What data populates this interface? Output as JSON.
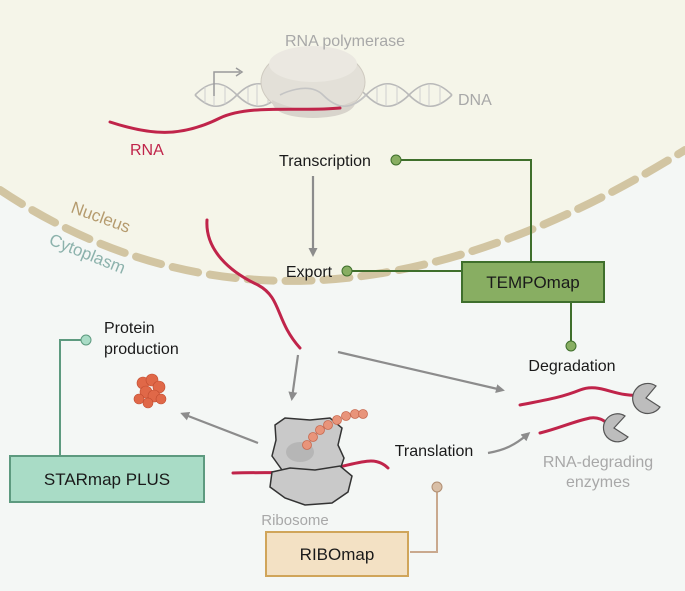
{
  "labels": {
    "rna_polymerase": "RNA polymerase",
    "dna": "DNA",
    "rna": "RNA",
    "transcription": "Transcription",
    "nucleus": "Nucleus",
    "cytoplasm": "Cytoplasm",
    "export": "Export",
    "protein_production_line1": "Protein",
    "protein_production_line2": "production",
    "degradation": "Degradation",
    "translation": "Translation",
    "ribosome": "Ribosome",
    "rna_degrading_enzymes_line1": "RNA-degrading",
    "rna_degrading_enzymes_line2": "enzymes"
  },
  "methods": {
    "tempomap": "TEMPOmap",
    "starmap_plus": "STARmap PLUS",
    "ribomap": "RIBOmap"
  },
  "colors": {
    "background_nucleus": "#f5f5e9",
    "background_cytoplasm": "#f4f7f5",
    "membrane": "#d2c5a2",
    "rna": "#c0244a",
    "arrow": "#8c8c8c",
    "label_gray": "#a8a8a8",
    "nucleus_label": "#b59b6e",
    "cytoplasm_label": "#8cb2ac",
    "tempomap_fill": "#88ae62",
    "tempomap_stroke": "#3f6f2c",
    "starmap_fill": "#a9dcc6",
    "starmap_stroke": "#5d9a7f",
    "ribomap_fill": "#f3e1c4",
    "ribomap_stroke": "#d0a55a",
    "ribomap_connector": "#c9a98e",
    "protein": "#e06848",
    "ribosome": "#c9c9c9",
    "nascent_peptide": "#e8947a",
    "enzyme": "#bdbdbd"
  }
}
